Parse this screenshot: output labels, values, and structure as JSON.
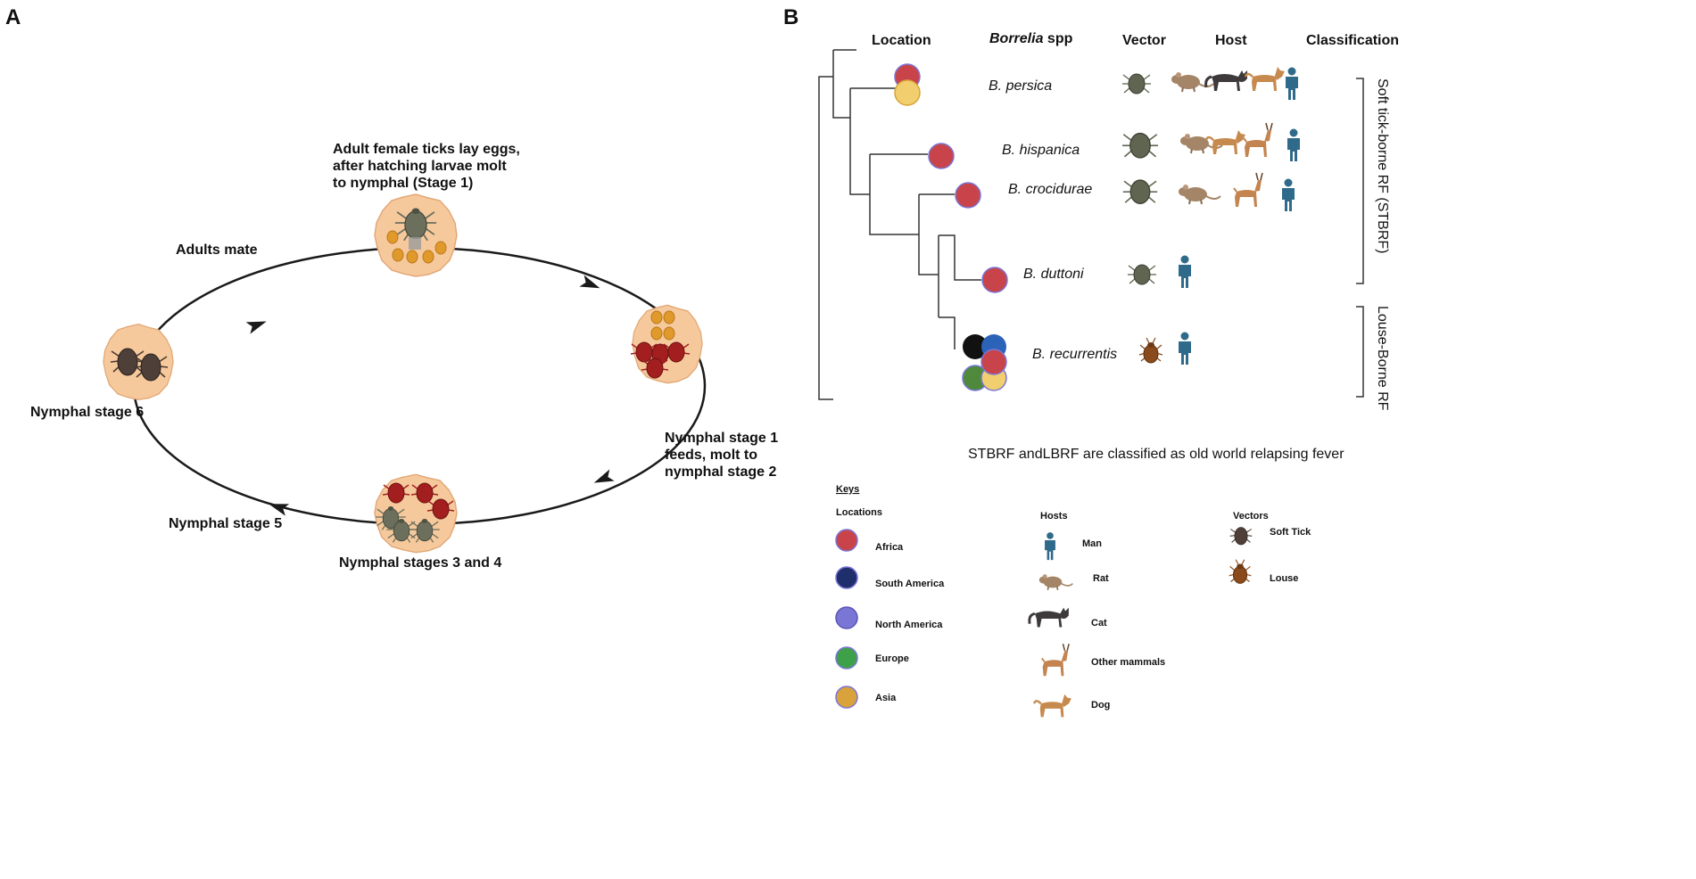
{
  "panel_a": {
    "label": "A",
    "captions": {
      "stage1_line1": "Adult female ticks lay eggs,",
      "stage1_line2": "after hatching larvae molt",
      "stage1_line3": "to nymphal (Stage 1)",
      "adults_mate": "Adults mate",
      "stage2_line1": "Nymphal stage 1",
      "stage2_line2": "feeds, molt to",
      "stage2_line3": "nymphal stage 2",
      "stage34": "Nymphal stages 3 and 4",
      "stage5": "Nymphal stage 5",
      "stage6": "Nymphal stage 6"
    },
    "colors": {
      "blob": "#f6c99d",
      "blob_edge": "#e2a877",
      "egg": "#e09a2c",
      "tick_grey": "#6b6f5c",
      "tick_red": "#a31e1e",
      "tick_dark": "#4a3a32",
      "ellipse": "#1a1a1a"
    }
  },
  "panel_b": {
    "label": "B",
    "headers": {
      "location": "Location",
      "borrelia_italic": "Borrelia",
      "borrelia_rest": " spp",
      "vector": "Vector",
      "host": "Host",
      "classification": "Classification"
    },
    "species": [
      {
        "name": "B. persica",
        "locations": [
          "africa",
          "asia"
        ],
        "vector": "soft-tick",
        "hosts": [
          "rat",
          "cat",
          "dog",
          "man"
        ]
      },
      {
        "name": "B. hispanica",
        "locations": [
          "africa"
        ],
        "vector": "soft-tick",
        "hosts": [
          "rat",
          "dog",
          "other-mammals",
          "man"
        ]
      },
      {
        "name": "B. crocidurae",
        "locations": [
          "africa"
        ],
        "vector": "soft-tick",
        "hosts": [
          "rat",
          "other-mammals",
          "man"
        ]
      },
      {
        "name": "B. duttoni",
        "locations": [
          "africa"
        ],
        "vector": "soft-tick",
        "hosts": [
          "man"
        ]
      },
      {
        "name": "B. recurrentis",
        "locations": [
          "south-america",
          "north-america",
          "europe",
          "asia",
          "africa"
        ],
        "vector": "louse",
        "hosts": [
          "man"
        ]
      }
    ],
    "classification": {
      "soft_tick": "Soft tick-borne RF (STBRF)",
      "louse": "Louse-Borne RF"
    },
    "note": "STBRF andLBRF are classified as old world relapsing fever",
    "keys": {
      "title": "Keys",
      "locations_title": "Locations",
      "locations": [
        {
          "name": "Africa",
          "color": "#c9444a"
        },
        {
          "name": "South America",
          "color": "#1f2f6b"
        },
        {
          "name": "North America",
          "color": "#7a76d6"
        },
        {
          "name": "Europe",
          "color": "#3fa04a"
        },
        {
          "name": "Asia",
          "color": "#d9a23a"
        }
      ],
      "hosts_title": "Hosts",
      "hosts": [
        {
          "name": "Man",
          "icon": "man-icon"
        },
        {
          "name": "Rat",
          "icon": "rat-icon"
        },
        {
          "name": "Cat",
          "icon": "cat-icon"
        },
        {
          "name": "Other mammals",
          "icon": "deer-icon"
        },
        {
          "name": "Dog",
          "icon": "dog-icon"
        }
      ],
      "vectors_title": "Vectors",
      "vectors": [
        {
          "name": "Soft Tick",
          "icon": "tick-icon"
        },
        {
          "name": "Louse",
          "icon": "louse-icon"
        }
      ]
    },
    "colors": {
      "africa": "#c9444a",
      "asia": "#f1cf6e",
      "south_america": "#2a63b8",
      "north_america": "#7a76d6",
      "europe": "#4f8a3c",
      "black": "#111111",
      "man": "#2f6a8a",
      "rat": "#a58567",
      "cat": "#3e3a3c",
      "dog": "#c68a4e",
      "deer": "#c48450",
      "tick": "#5f6550",
      "louse": "#8a4a1c"
    }
  }
}
